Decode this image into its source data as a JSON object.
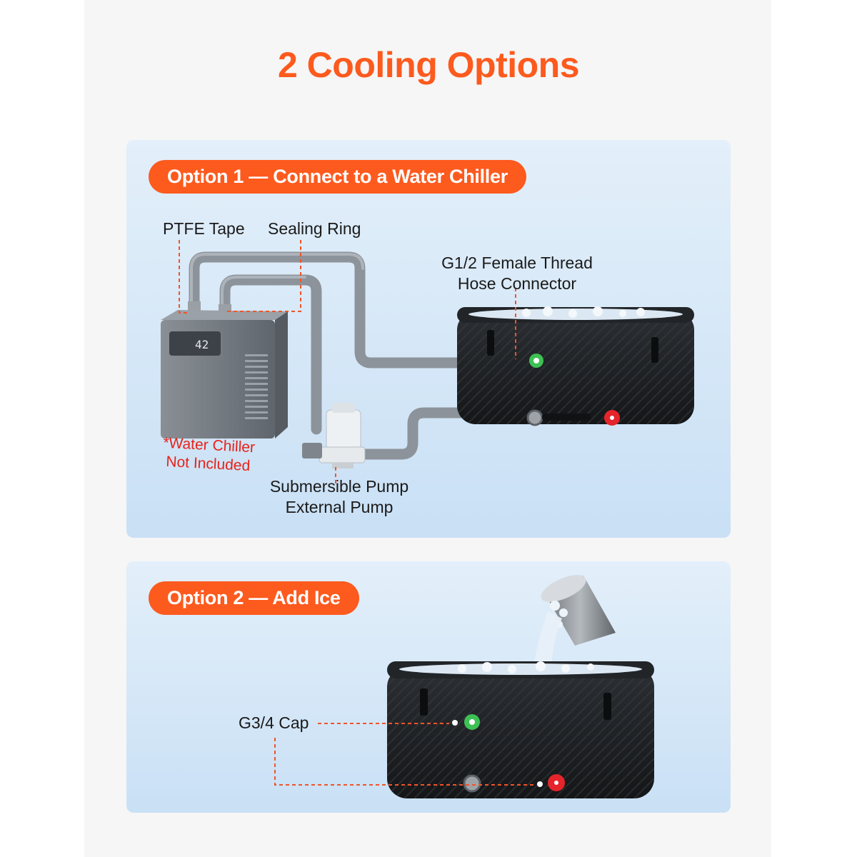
{
  "title": "2 Cooling Options",
  "colors": {
    "accent": "#fd5a1e",
    "note_red": "#e8221a",
    "leader": "#f0542a",
    "panel_blue": "#d5e7f7"
  },
  "option1": {
    "heading": "Option 1 — Connect to a Water Chiller",
    "labels": {
      "ptfe_tape": "PTFE Tape",
      "sealing_ring": "Sealing Ring",
      "connector_line1": "G1/2 Female Thread",
      "connector_line2": "Hose Connector",
      "chiller_note_line1": "*Water Chiller",
      "chiller_note_line2": "Not Included",
      "pump_line1": "Submersible Pump",
      "pump_line2": "External Pump"
    },
    "chiller_display": "42"
  },
  "option2": {
    "heading": "Option 2 — Add Ice",
    "labels": {
      "cap": "G3/4 Cap"
    }
  },
  "icons": [
    "water-chiller-icon",
    "ice-tub-icon",
    "submersible-pump-icon",
    "ice-bucket-icon",
    "hose-icon"
  ]
}
